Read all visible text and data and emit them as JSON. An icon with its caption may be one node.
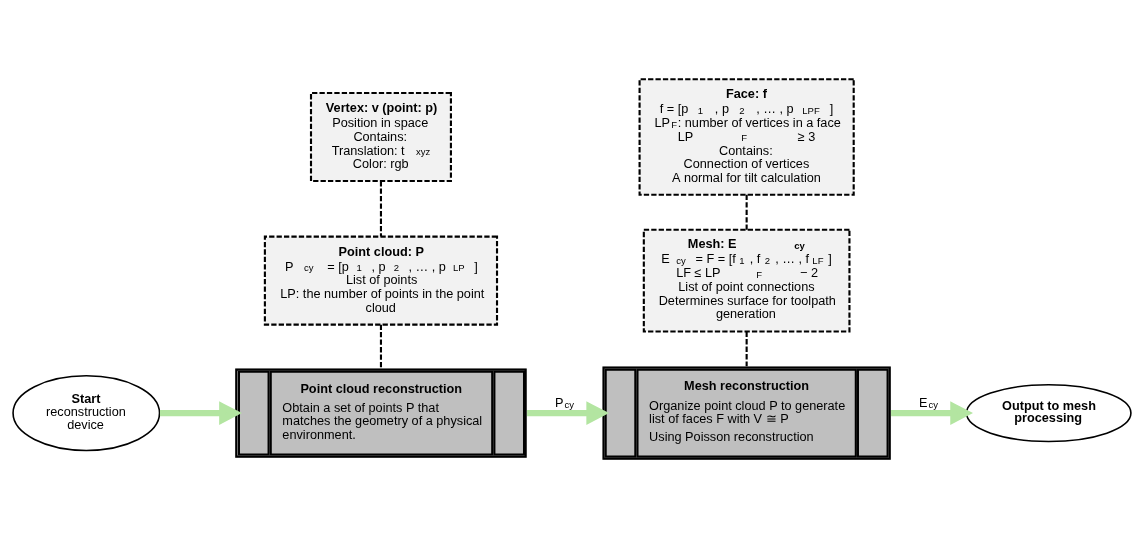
{
  "diagram": {
    "nodes": [
      {
        "text": [
          "Start",
          "reconstruction device"
        ]
      },
      {
        "text": [
          "Point cloud reconstruction",
          "Obtain a set of points P that matches the geometry of a physical environment."
        ]
      },
      {
        "text": [
          "Mesh reconstruction",
          "Organize point cloud P to generate list of faces F with V ≅ P",
          "Using Poisson reconstruction"
        ]
      },
      {
        "text": [
          "Output to mesh processing"
        ]
      },
      {
        "text": [
          "Vertex: v (point: p)",
          "Position in space",
          "Contains:",
          "Translation: t$_{xyz}$",
          "Color: rgb"
        ]
      },
      {
        "text": [
          "Point cloud: P",
          "P$_{cy}$ = [p$_{1}$, p$_{2}$, … , p$_{LP}$]",
          "List of points",
          "LP: the number of points in the point cloud"
        ]
      },
      {
        "text": [
          "Face: f",
          "f = [p$_{1}$, p$_{2}$, … , p$_{LPF}$]",
          "LP$_{F}$: number of vertices in a face",
          "LP$_{F}$ ≥ 3",
          "Contains:",
          "Connection of vertices",
          "A normal for tilt calculation"
        ]
      },
      {
        "text": [
          "Mesh: E$_{cy}$",
          "E$_{cy}$ = F = [f$_{1}$, f$_{2}$, … , f$_{LF}$]",
          "LF ≤ LP$_{F}$ − 2",
          "List of point connections",
          "Determines surface for toolpath generation"
        ]
      }
    ],
    "edges": [
      {
        "from": 0,
        "to": 1,
        "arrow": "to",
        "style": "thick",
        "color": "#b3e5a1"
      },
      {
        "from": 1,
        "to": 2,
        "arrow": "to",
        "label": "P$_{cy}$",
        "style": "thick",
        "color": "#b3e5a1"
      },
      {
        "from": 2,
        "to": 3,
        "arrow": "to",
        "label": "E$_{cy}$",
        "style": "thick",
        "color": "#b3e5a1"
      },
      {
        "from": 4,
        "to": 5,
        "arrow": "none",
        "style": "dashed"
      },
      {
        "from": 5,
        "to": 1,
        "arrow": "none",
        "style": "dashed"
      },
      {
        "from": 6,
        "to": 7,
        "arrow": "none",
        "style": "dashed"
      },
      {
        "from": 7,
        "to": 2,
        "arrow": "none",
        "style": "dashed"
      }
    ]
  }
}
